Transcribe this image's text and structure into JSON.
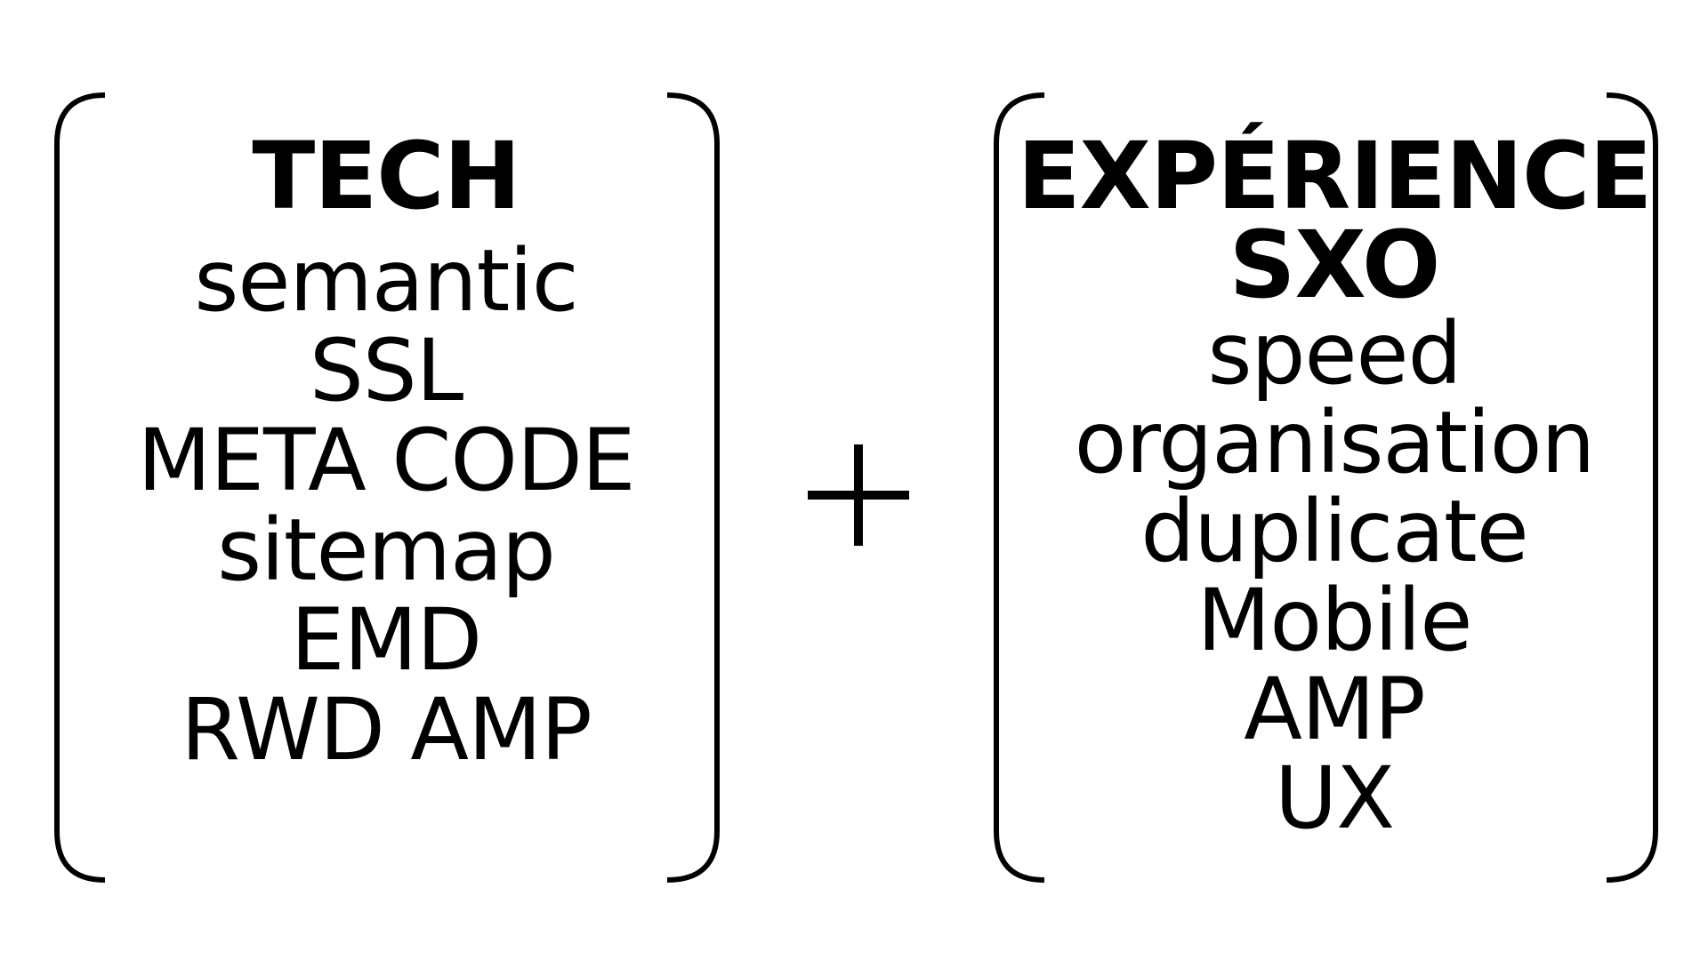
{
  "left_group": {
    "heading": "TECH",
    "items": [
      "semantic",
      "SSL",
      "META CODE",
      "sitemap",
      "EMD",
      "RWD AMP"
    ]
  },
  "operator": "+",
  "right_group": {
    "headings": [
      "EXPÉRIENCE",
      "SXO"
    ],
    "items": [
      "speed",
      "organisation",
      "duplicate",
      "Mobile",
      "AMP",
      "UX"
    ]
  },
  "colors": {
    "background": "#ffffff",
    "ink": "#000000"
  }
}
